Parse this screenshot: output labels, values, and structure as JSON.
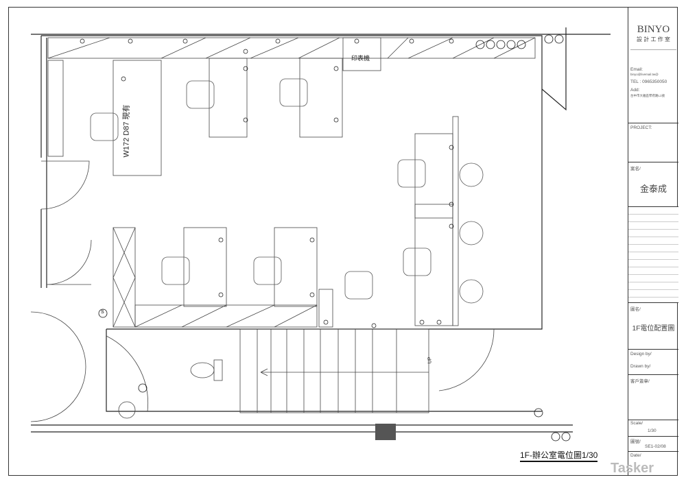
{
  "title_block": {
    "brand": "BINYO",
    "brand_sub": "設 計 工 作 室",
    "email_label": "Email:",
    "email": "binyo@livemail.tw@",
    "tel": "TEL : 0965350050",
    "add_label": "Add:",
    "address": "台中市大雅區學府路L1號",
    "project_label": "PROJECT:",
    "case_label": "案名/",
    "case_name": "金泰成",
    "drawing_label": "圖名/",
    "drawing_name": "1F電位配置圖",
    "design_by": "Design by/",
    "drawn_by": "Drawn by/",
    "client_sign": "客戶簽章/",
    "scale_label": "Scale/",
    "scale": "1/30",
    "number_label": "圖號/",
    "number": "SE1-02/08",
    "date_label": "Date/"
  },
  "plan": {
    "printer_label": "印表機",
    "desk_label": "W172 D87 現有",
    "stair_label": "UP",
    "outlet_symbol": "S",
    "title": "1F-辦公室電位圖1/30"
  },
  "watermark": "Tasker"
}
